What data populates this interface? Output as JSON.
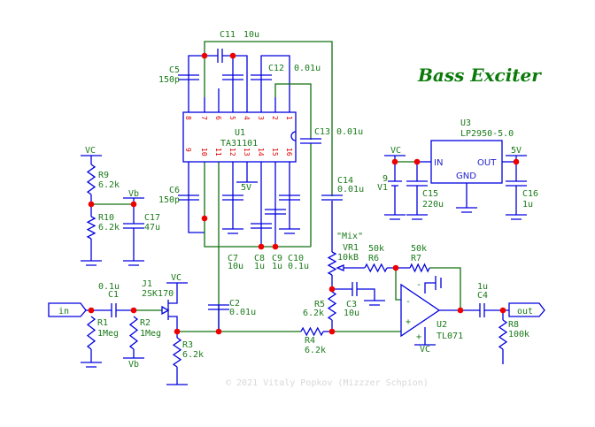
{
  "title": "Bass Exciter",
  "copyright": "© 2021 Vitaly Popkov (Mizzzer Schpion)",
  "colors": {
    "wire": "#0000e0",
    "net": "#107010",
    "junction": "#ee0000",
    "text": "#1a7a1a",
    "pin_number": "#e00000"
  },
  "u1": {
    "ref": "U1",
    "part": "TA31101",
    "top_pins": [
      "8",
      "7",
      "6",
      "5",
      "4",
      "3",
      "2",
      "1"
    ],
    "bottom_pins": [
      "9",
      "10",
      "11",
      "12",
      "13",
      "14",
      "15",
      "16"
    ]
  },
  "u2": {
    "ref": "U2",
    "part": "TL071",
    "minus": "-",
    "plus": "+",
    "supply_minus": "-",
    "supply_plus": "+"
  },
  "u3": {
    "ref": "U3",
    "part": "LP2950-5.0",
    "in": "IN",
    "out": "OUT",
    "gnd": "GND"
  },
  "ports": {
    "in": "in",
    "out": "out"
  },
  "nets": {
    "vc": "VC",
    "vb": "Vb",
    "v5": "5V"
  },
  "parts": {
    "C1": {
      "ref": "C1",
      "val": "0.1u"
    },
    "C2": {
      "ref": "C2",
      "val": "0.01u"
    },
    "C3": {
      "ref": "C3",
      "val": "10u"
    },
    "C4": {
      "ref": "C4",
      "val": "1u"
    },
    "C5": {
      "ref": "C5",
      "val": "150p"
    },
    "C6": {
      "ref": "C6",
      "val": "150p"
    },
    "C7": {
      "ref": "C7",
      "val": "10u"
    },
    "C8": {
      "ref": "C8",
      "val": "1u"
    },
    "C9": {
      "ref": "C9",
      "val": "1u"
    },
    "C10": {
      "ref": "C10",
      "val": "0.1u"
    },
    "C11": {
      "ref": "C11",
      "val": "10u"
    },
    "C12": {
      "ref": "C12",
      "val": "0.01u"
    },
    "C13": {
      "ref": "C13",
      "val": "0.01u"
    },
    "C14": {
      "ref": "C14",
      "val": "0.01u"
    },
    "C15": {
      "ref": "C15",
      "val": "220u"
    },
    "C16": {
      "ref": "C16",
      "val": "1u"
    },
    "C17": {
      "ref": "C17",
      "val": "47u"
    },
    "R1": {
      "ref": "R1",
      "val": "1Meg"
    },
    "R2": {
      "ref": "R2",
      "val": "1Meg"
    },
    "R3": {
      "ref": "R3",
      "val": "6.2k"
    },
    "R4": {
      "ref": "R4",
      "val": "6.2k"
    },
    "R5": {
      "ref": "R5",
      "val": "6.2k"
    },
    "R6": {
      "ref": "R6",
      "val": "50k"
    },
    "R7": {
      "ref": "R7",
      "val": "50k"
    },
    "R8": {
      "ref": "R8",
      "val": "100k"
    },
    "R9": {
      "ref": "R9",
      "val": "6.2k"
    },
    "R10": {
      "ref": "R10",
      "val": "6.2k"
    },
    "VR1": {
      "ref": "VR1",
      "val": "10kB",
      "label": "\"Mix\""
    },
    "J1": {
      "ref": "J1",
      "val": "2SK170"
    },
    "V1": {
      "ref": "V1",
      "val": "9"
    }
  }
}
